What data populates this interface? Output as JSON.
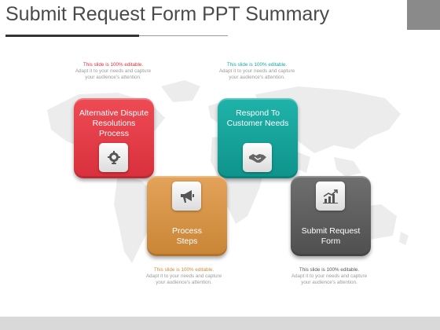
{
  "slide": {
    "title": "Submit Request Form PPT Summary"
  },
  "colors": {
    "red": "#d8303c",
    "teal": "#0e938b",
    "orange": "#c98536",
    "gray": "#4f4f4f"
  },
  "cards": [
    {
      "label": "Alternative Dispute\nResolutions\nProcess",
      "icon": "lightbulb-gear-icon"
    },
    {
      "label": "Respond To\nCustomer Needs",
      "icon": "handshake-icon"
    },
    {
      "label": "Process\nSteps",
      "icon": "megaphone-icon"
    },
    {
      "label": "Submit Request\nForm",
      "icon": "growth-chart-icon"
    }
  ],
  "notes": [
    {
      "line1": "This slide is 100% editable.",
      "rest": "Adapt it to your needs and capture your audience's attention."
    },
    {
      "line1": "This slide is 100% editable.",
      "rest": "Adapt it to your needs and capture your audience's attention."
    },
    {
      "line1": "This slide is 100% editable.",
      "rest": "Adapt it to your needs and capture your audience's attention."
    },
    {
      "line1": "This slide is 100% editable.",
      "rest": "Adapt it to your needs and capture your audience's attention."
    }
  ]
}
